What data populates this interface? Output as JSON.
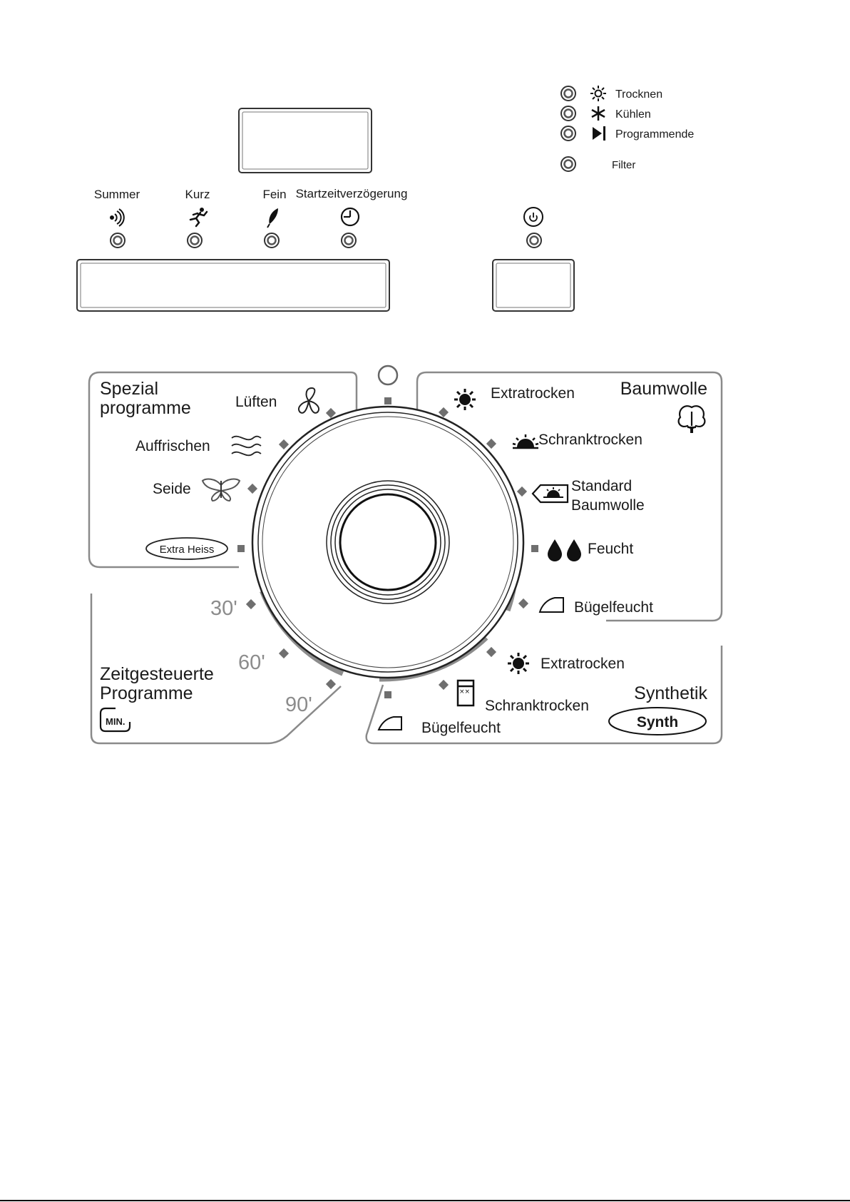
{
  "indicators": {
    "drying": "Trocknen",
    "cooling": "Kühlen",
    "program_end": "Programmende",
    "filter": "Filter"
  },
  "options": {
    "buzzer": "Summer",
    "short": "Kurz",
    "delicate": "Fein",
    "delay_start": "Startzeitverzögerung"
  },
  "special": {
    "title_line1": "Spezial",
    "title_line2": "programme",
    "airing": "Lüften",
    "refresh": "Auffrischen",
    "silk": "Seide",
    "extra_hot": "Extra Heiss"
  },
  "cotton": {
    "title": "Baumwolle",
    "extra_dry": "Extratrocken",
    "cupboard_dry": "Schranktrocken",
    "standard_line1": "Standard",
    "standard_line2": "Baumwolle",
    "damp": "Feucht",
    "iron_damp": "Bügelfeucht"
  },
  "timed": {
    "title_line1": "Zeitgesteuerte",
    "title_line2": "Programme",
    "min_label": "MIN.",
    "t30": "30'",
    "t60": "60'",
    "t90": "90'"
  },
  "synthetic": {
    "title": "Synthetik",
    "badge": "Synth",
    "extra_dry": "Extratrocken",
    "cupboard_dry": "Schranktrocken",
    "iron_damp": "Bügelfeucht"
  }
}
